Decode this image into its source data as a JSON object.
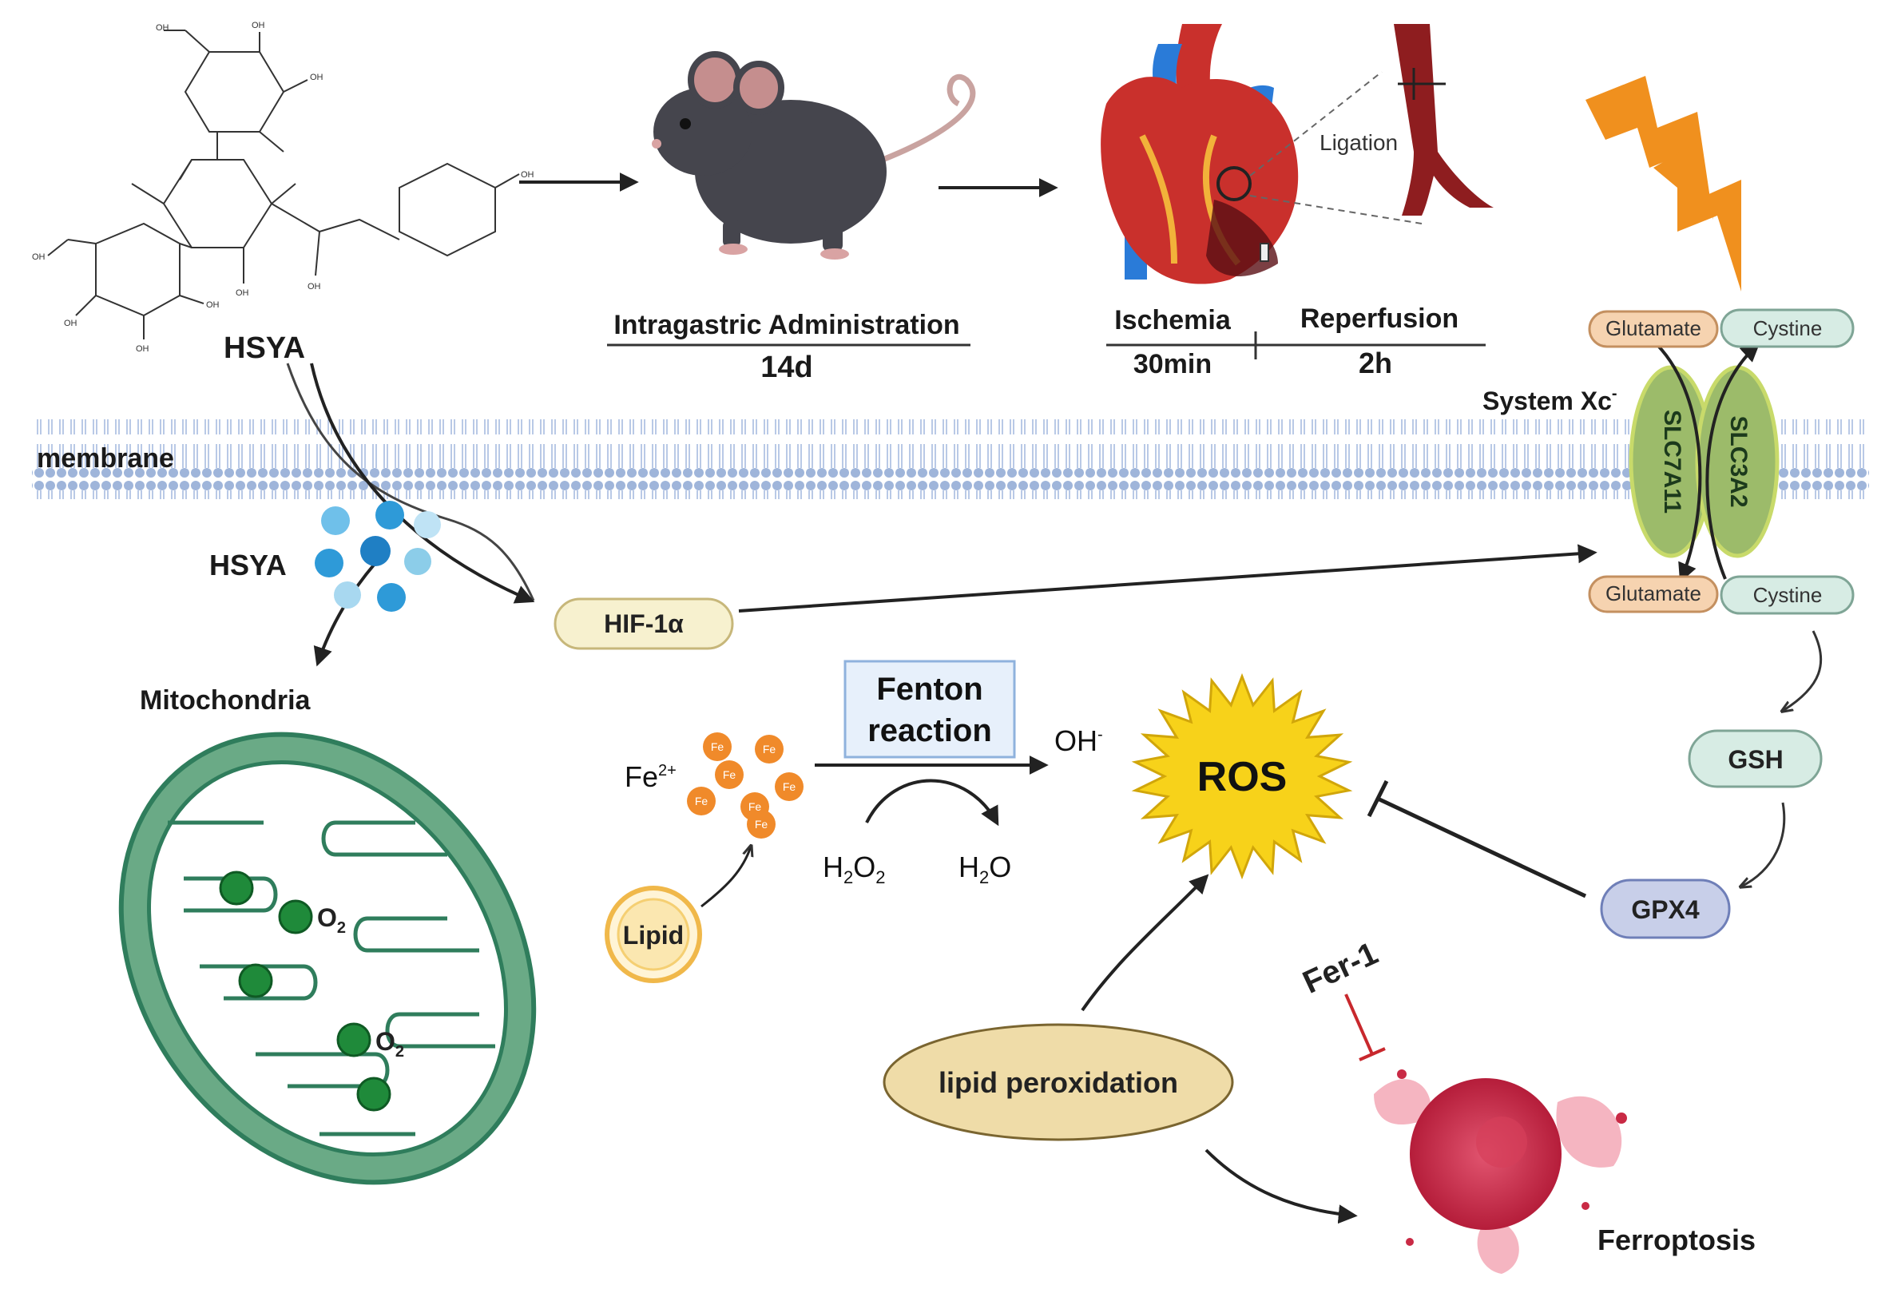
{
  "compound": {
    "name": "HSYA",
    "oh": "OH"
  },
  "protocol": {
    "route": "Intragastric Administration",
    "duration": "14d",
    "ischemia": "Ischemia",
    "ischemia_time": "30min",
    "reperfusion": "Reperfusion",
    "reperfusion_time": "2h",
    "ligation": "Ligation"
  },
  "membrane": {
    "label": "membrane"
  },
  "system_xc": {
    "label": "System Xc",
    "superscript": "-",
    "glutamate": "Glutamate",
    "cystine": "Cystine",
    "slc7a11": "SLC7A11",
    "slc3a2": "SLC3A2"
  },
  "intracellular": {
    "hsya": "HSYA",
    "hif": "HIF-1α",
    "mitochondria": "Mitochondria",
    "o2": "O",
    "o2_sub": "2"
  },
  "fenton": {
    "title_line1": "Fenton",
    "title_line2": "reaction",
    "fe": "Fe",
    "fe_sup": "2+",
    "fe_particle": "Fe",
    "oh": "OH",
    "oh_sup": "-",
    "h2o2_h": "H",
    "h2o2_sub": "2",
    "h2o2_o": "O",
    "h2o2_sub2": "2",
    "h2o_h": "H",
    "h2o_sub": "2",
    "h2o_o": "O",
    "lipid": "Lipid"
  },
  "pathway": {
    "ros": "ROS",
    "gsh": "GSH",
    "gpx4": "GPX4",
    "fer1": "Fer-1",
    "lipid_peroxidation": "lipid peroxidation",
    "ferroptosis": "Ferroptosis"
  },
  "colors": {
    "membrane": "#9fb5da",
    "mito_fill": "#6aaa86",
    "mito_edge": "#2f7d5c",
    "ros_star": "#f7d21a",
    "lightning": "#f0901e",
    "fe_particle": "#f08a2a",
    "glutamate": "#f6d3b0",
    "cystine": "#d7ece4",
    "transporter": "#9cbb6a",
    "hif": "#f7f1cf",
    "gpx4": "#c8cfe9",
    "lipid_perox": "#efdca8",
    "heart": "#c9302c",
    "vessel": "#2a7bd8",
    "ferroptosis": "#c92a45"
  },
  "icons": [
    "hsya-structure-icon",
    "mouse-icon",
    "heart-icon",
    "artery-icon",
    "lightning-icon",
    "mitochondria-icon",
    "ros-star-icon",
    "ferroptotic-cell-icon"
  ]
}
